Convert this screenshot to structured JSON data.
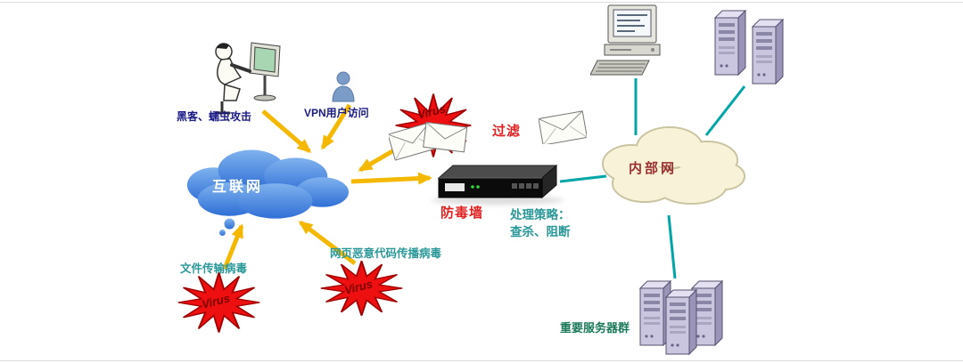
{
  "diagram": {
    "labels": {
      "hacker_attack": "黑客、蠕虫攻击",
      "vpn_access": "VPN用户访问",
      "internet": "互联网",
      "virus": "Virus",
      "filter": "过滤",
      "firewall": "防毒墙",
      "strategy_title": "处理策略：",
      "strategy_actions": "查杀、阻断",
      "intranet": "内部网",
      "file_virus": "文件传输病毒",
      "web_virus": "网页恶意代码传播病毒",
      "server_group": "重要服务器群"
    },
    "colors": {
      "internet_cloud_top": "#7fb2ee",
      "internet_cloud_bottom": "#2f6fd6",
      "intranet_cloud": "#f8f3d8",
      "arrow": "#f5b800",
      "network_line": "#00a5a8",
      "virus_star": "#ee1010",
      "virus_text": "#7a0000",
      "red_label": "#e02020",
      "teal_label": "#2a9898",
      "navy_label": "#1a1a86",
      "green_label": "#1b7a5a"
    }
  }
}
